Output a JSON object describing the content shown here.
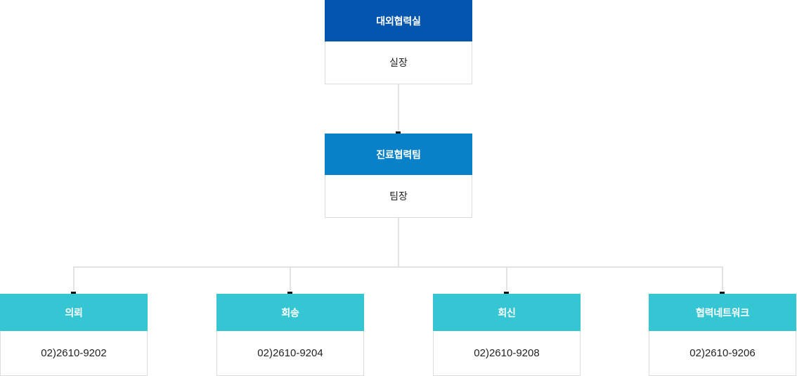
{
  "chart_data": {
    "type": "diagram",
    "title": "",
    "levels": [
      {
        "nodes": [
          {
            "title": "대외협력실",
            "subtitle": "실장",
            "header_color": "#0455ad"
          }
        ]
      },
      {
        "nodes": [
          {
            "title": "진료협력팀",
            "subtitle": "팀장",
            "header_color": "#0881c8"
          }
        ]
      },
      {
        "nodes": [
          {
            "title": "의뢰",
            "subtitle": "02)2610-9202",
            "header_color": "#36c6d3"
          },
          {
            "title": "회송",
            "subtitle": "02)2610-9204",
            "header_color": "#36c6d3"
          },
          {
            "title": "회신",
            "subtitle": "02)2610-9208",
            "header_color": "#36c6d3"
          },
          {
            "title": "협력네트워크",
            "subtitle": "02)2610-9206",
            "header_color": "#36c6d3"
          }
        ]
      }
    ]
  },
  "org": {
    "level1": {
      "title": "대외협력실",
      "subtitle": "실장"
    },
    "level2": {
      "title": "진료협력팀",
      "subtitle": "팀장"
    },
    "level3": [
      {
        "title": "의뢰",
        "phone": "02)2610-9202"
      },
      {
        "title": "회송",
        "phone": "02)2610-9204"
      },
      {
        "title": "회신",
        "phone": "02)2610-9208"
      },
      {
        "title": "협력네트워크",
        "phone": "02)2610-9206"
      }
    ]
  },
  "colors": {
    "level1_header": "#0455ad",
    "level2_header": "#0881c8",
    "level3_header": "#36c6d3",
    "body_background": "#ffffff",
    "body_border": "#dcdcdc",
    "connector": "#e2e2e2",
    "marker": "#111111"
  }
}
